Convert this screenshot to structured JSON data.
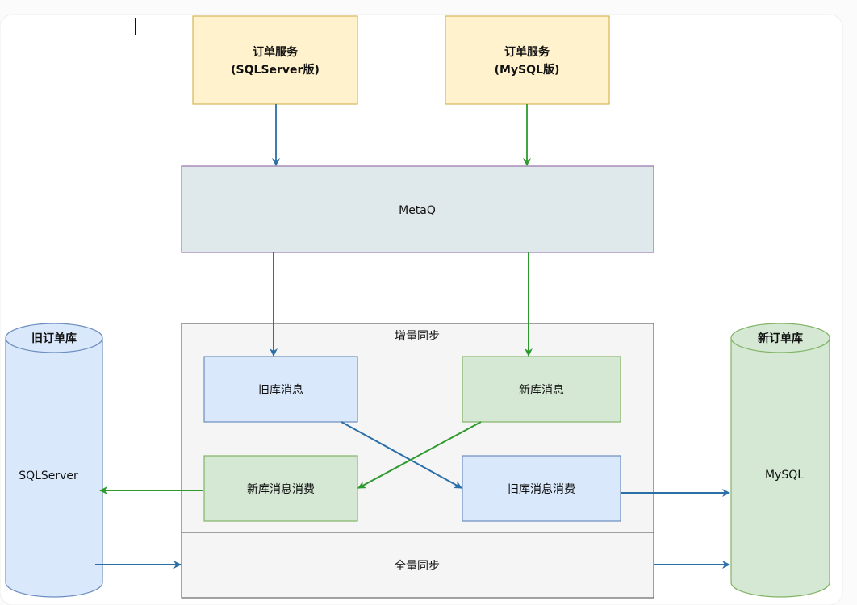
{
  "diagram": {
    "services": [
      {
        "id": "svc_sqlserver",
        "line1": "订单服务",
        "line2": "(SQLServer版)"
      },
      {
        "id": "svc_mysql",
        "line1": "订单服务",
        "line2": "(MySQL版)"
      }
    ],
    "queue": {
      "label": "MetaQ"
    },
    "incremental_sync": {
      "title": "增量同步",
      "old_msg": "旧库消息",
      "new_msg": "新库消息",
      "new_msg_consume": "新库消息消费",
      "old_msg_consume": "旧库消息消费"
    },
    "full_sync": {
      "label": "全量同步"
    },
    "old_db": {
      "title": "旧订单库",
      "label": "SQLServer"
    },
    "new_db": {
      "title": "新订单库",
      "label": "MySQL"
    },
    "colors": {
      "service_fill": "#fff2cc",
      "service_stroke": "#d6b656",
      "queue_fill": "#dfe8ea",
      "queue_stroke": "#9673a6",
      "blue_fill": "#dae8fc",
      "blue_stroke": "#6c8ebf",
      "green_fill": "#d5e8d4",
      "green_stroke": "#82b366",
      "container_fill": "#f5f5f5",
      "container_stroke": "#666666",
      "blue_arrow": "#2b6fa8",
      "green_arrow": "#2e9a2e"
    }
  }
}
